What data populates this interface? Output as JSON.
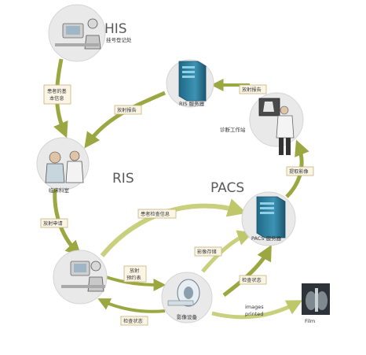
{
  "titles": {
    "his": "HIS",
    "ris": "RIS",
    "pacs": "PACS"
  },
  "nodes": {
    "his_registration": "挂号登记处",
    "clinical_dept": "临床科室",
    "ris_server": "RIS 服务器",
    "diagnostic_workstation": "诊断工作站",
    "pacs_server": "PACS 服务器",
    "imaging_device": "影像设备",
    "film": "Film"
  },
  "flows": {
    "patient_basic_info_1": "患者的基",
    "patient_basic_info_2": "本信息",
    "report_to_clinic": "放射报告",
    "report_to_ris": "放射报告",
    "retrieve_images": "提取影像",
    "patient_exam_info": "患者检查信息",
    "radiology_request": "放射申请",
    "image_storage": "影像存储",
    "schedule_1": "放射",
    "schedule_2": "预约表",
    "exam_status_pacs": "检查状态",
    "exam_status_back": "检查状态",
    "images_printed_1": "images",
    "images_printed_2": "printed"
  },
  "colors": {
    "arrow": "#8a9a22",
    "arrow_light": "#c4cc70",
    "tag_fill": "#fbf5e6",
    "tag_border": "#c8b27c",
    "server": "#2f7f9e"
  }
}
